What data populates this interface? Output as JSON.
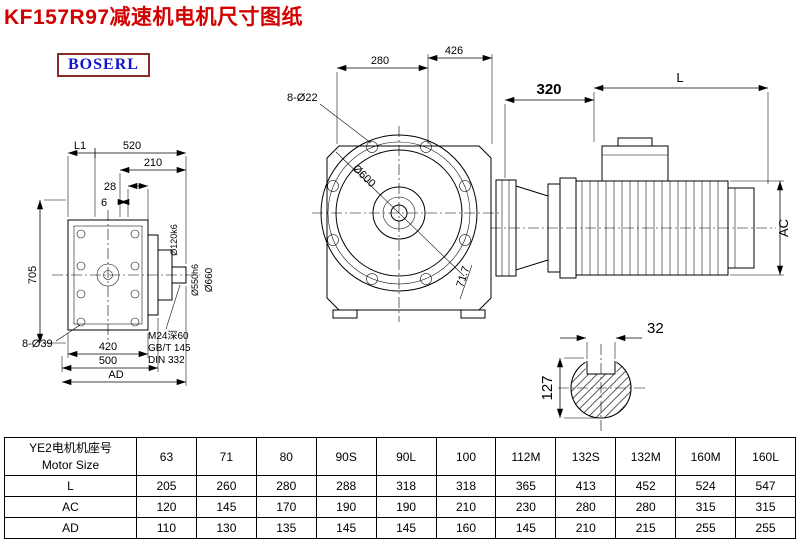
{
  "page": {
    "title": "KF157R97减速机电机尺寸图纸",
    "logo": "BOSERL"
  },
  "left_view": {
    "l1": "L1",
    "d520": "520",
    "d210": "210",
    "d28": "28",
    "d6": "6",
    "d705": "705",
    "d8d39": "8-Ø39",
    "d420": "420",
    "d500": "500",
    "ad": "AD",
    "dia120": "Ø120k6",
    "dia550": "Ø550h6",
    "dia660": "Ø660",
    "note1": "M24深60",
    "note2": "GB/T 145",
    "note3": "DIN 332"
  },
  "front_view": {
    "d280": "280",
    "d426": "426",
    "d8d22": "8-Ø22",
    "dia600": "Ø600",
    "angle": "71.7"
  },
  "side_view": {
    "d320": "320",
    "dl": "L",
    "ac": "AC"
  },
  "shaft_view": {
    "d32": "32",
    "d127": "127"
  },
  "table": {
    "header_cn": "YE2电机机座号",
    "header_en": "Motor Size",
    "columns": [
      "63",
      "71",
      "80",
      "90S",
      "90L",
      "100",
      "112M",
      "132S",
      "132M",
      "160M",
      "160L"
    ],
    "rows": [
      {
        "label": "L",
        "values": [
          "205",
          "260",
          "280",
          "288",
          "318",
          "318",
          "365",
          "413",
          "452",
          "524",
          "547"
        ]
      },
      {
        "label": "AC",
        "values": [
          "120",
          "145",
          "170",
          "190",
          "190",
          "210",
          "230",
          "280",
          "280",
          "315",
          "315"
        ]
      },
      {
        "label": "AD",
        "values": [
          "110",
          "130",
          "135",
          "145",
          "145",
          "160",
          "145",
          "210",
          "215",
          "255",
          "255"
        ]
      }
    ]
  }
}
